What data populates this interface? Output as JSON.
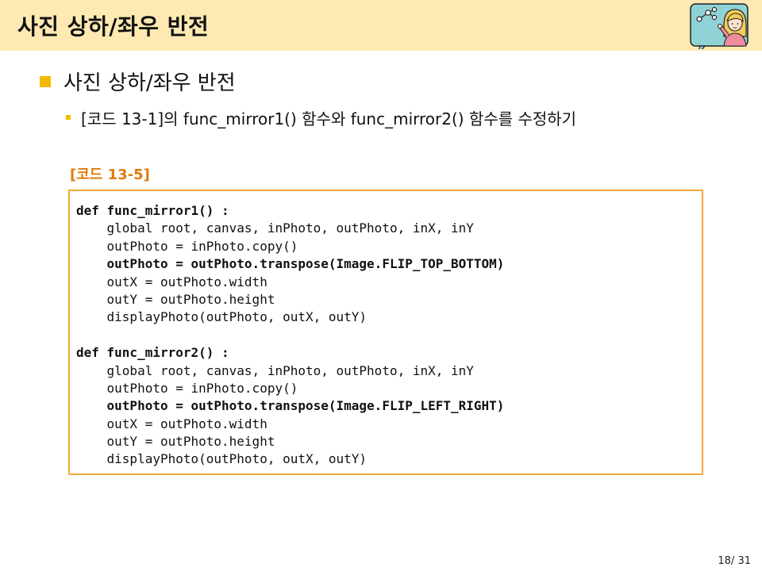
{
  "header": {
    "title": "사진 상하/좌우 반전",
    "avatar_icon": "presenter-girl-icon",
    "bg_color": "#fde9b1"
  },
  "content": {
    "heading": "사진 상하/좌우 반전",
    "subheading": "[코드 13-1]의 func_mirror1() 함수와 func_mirror2() 함수를 수정하기",
    "code_label": "[코드 13-5]",
    "accent_color": "#f5b800",
    "code_label_color": "#e07b0c",
    "code_border_color": "#f2a93b",
    "code_lines": [
      {
        "text": "def func_mirror1() :",
        "bold": true
      },
      {
        "text": "    global root, canvas, inPhoto, outPhoto, inX, inY",
        "bold": false
      },
      {
        "text": "    outPhoto = inPhoto.copy()",
        "bold": false
      },
      {
        "text": "    outPhoto = outPhoto.transpose(Image.FLIP_TOP_BOTTOM)",
        "bold": true
      },
      {
        "text": "    outX = outPhoto.width",
        "bold": false
      },
      {
        "text": "    outY = outPhoto.height",
        "bold": false
      },
      {
        "text": "    displayPhoto(outPhoto, outX, outY)",
        "bold": false
      },
      {
        "text": "",
        "bold": false
      },
      {
        "text": "def func_mirror2() :",
        "bold": true
      },
      {
        "text": "    global root, canvas, inPhoto, outPhoto, inX, inY",
        "bold": false
      },
      {
        "text": "    outPhoto = inPhoto.copy()",
        "bold": false
      },
      {
        "text": "    outPhoto = outPhoto.transpose(Image.FLIP_LEFT_RIGHT)",
        "bold": true
      },
      {
        "text": "    outX = outPhoto.width",
        "bold": false
      },
      {
        "text": "    outY = outPhoto.height",
        "bold": false
      },
      {
        "text": "    displayPhoto(outPhoto, outX, outY)",
        "bold": false
      }
    ]
  },
  "footer": {
    "page_number": "18/ 31"
  }
}
